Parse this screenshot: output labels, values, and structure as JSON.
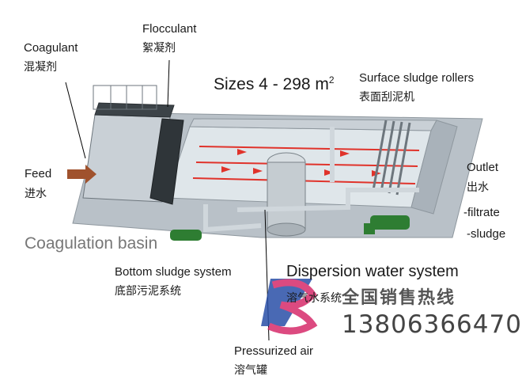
{
  "labels": {
    "coagulant_en": "Coagulant",
    "coagulant_cn": "混凝剂",
    "flocculant_en": "Flocculant",
    "flocculant_cn": "絮凝剂",
    "sizes": "Sizes 4 - 298 m",
    "sizes_unit_sup": "2",
    "surface_en": "Surface sludge rollers",
    "surface_cn": "表面刮泥机",
    "feed_en": "Feed",
    "feed_cn": "进水",
    "outlet_en": "Outlet",
    "outlet_cn": "出水",
    "filtrate": "-filtrate",
    "sludge": "-sludge",
    "coag_basin": "Coagulation basin",
    "bottom_en": "Bottom sludge system",
    "bottom_cn": "底部污泥系统",
    "dispersion_en": "Dispersion water system",
    "dispersion_cn": "溶气水系统",
    "pressurized_en": "Pressurized air",
    "pressurized_cn": "溶气罐"
  },
  "watermark": {
    "hotline": "全国销售热线",
    "phone": "13806366470"
  },
  "colors": {
    "concrete": "#b9c1c8",
    "tank_wall": "#c9d0d6",
    "water": "#dfe6ea",
    "arrow": "#e0332b",
    "pump": "#2e7d32",
    "pipe": "#cfd6db",
    "feed_arrow": "#a0522d",
    "logo_red": "#d62b6a",
    "logo_blue": "#2a4fa8"
  }
}
